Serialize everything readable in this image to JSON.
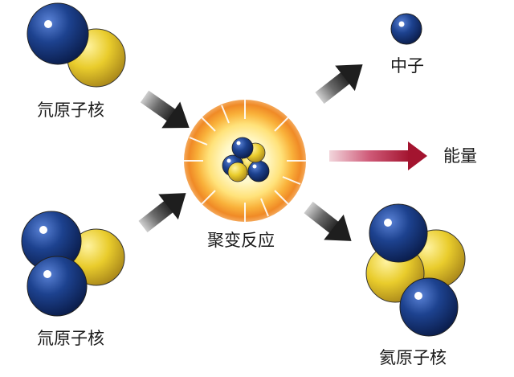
{
  "labels": {
    "deuterium": "氘原子核",
    "tritium": "氚原子核",
    "fusion": "聚变反应",
    "neutron": "中子",
    "energy": "能量",
    "helium": "氦原子核"
  },
  "icons": [
    "deuterium-nucleus-icon",
    "tritium-nucleus-icon",
    "fusion-reaction-icon",
    "neutron-icon",
    "helium-nucleus-icon",
    "arrow-icon",
    "energy-arrow-icon"
  ],
  "colors": {
    "neutron": "#1c3e8c",
    "proton": "#e8cc2c",
    "burst_outer": "#f3922e",
    "burst_inner": "#fff6c2",
    "energy_arrow": "#b0183a",
    "arrow": "#2a2a2a"
  }
}
